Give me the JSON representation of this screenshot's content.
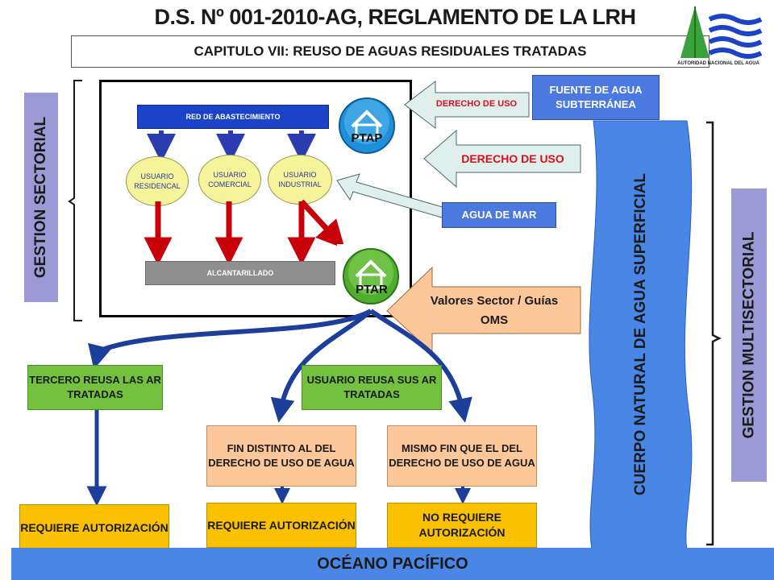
{
  "title": "D.S. Nº 001-2010-AG, REGLAMENTO DE LA LRH",
  "subtitle": "CAPITULO VII: REUSO DE AGUAS RESIDUALES TRATADAS",
  "logo": {
    "text": "AUTORIDAD NACIONAL DEL AGUA"
  },
  "left_label": "GESTION SECTORIAL",
  "right_label": "GESTION   MULTISECTORIAL",
  "river_label": "CUERPO NATURAL DE AGUA SUPERFICIAL",
  "system": {
    "supply": "RED DE ABASTECIMIENTO",
    "users": [
      "USUARIO RESIDENCAL",
      "USUARIO COMERCIAL",
      "USUARIO INDUSTRIAL"
    ],
    "sewer": "ALCANTARILLADO",
    "ptap": "PTAP",
    "ptar": "PTAR"
  },
  "sources": {
    "groundwater": "FUENTE DE AGUA SUBTERRÁNEA",
    "right_of_use_1": "DERECHO DE USO",
    "right_of_use_2": "DERECHO DE USO",
    "sea_water": "AGUA DE MAR",
    "standards": "Valores Sector / Guías OMS"
  },
  "flow": {
    "third_party": "TERCERO REUSA LAS AR TRATADAS",
    "user_reuse": "USUARIO REUSA SUS AR TRATADAS",
    "different_purpose": "FIN DISTINTO  AL DEL DERECHO DE USO DE AGUA",
    "same_purpose": "MISMO FIN QUE EL DEL DERECHO DE USO DE AGUA",
    "requires_auth_1": "REQUIERE AUTORIZACIÓN",
    "requires_auth_2": "REQUIERE AUTORIZACIÓN",
    "no_auth": "NO REQUIERE AUTORIZACIÓN"
  },
  "ocean": "OCÉANO PACÍFICO",
  "colors": {
    "dark_blue": "#1b43c8",
    "red_arrow": "#c8000a",
    "flow_arrow": "#1c3f9c",
    "river": "#4a86e6",
    "green": "#74c13f",
    "peach": "#fcc89a",
    "orange": "#f9c100",
    "lavender": "#9c9ad6"
  }
}
